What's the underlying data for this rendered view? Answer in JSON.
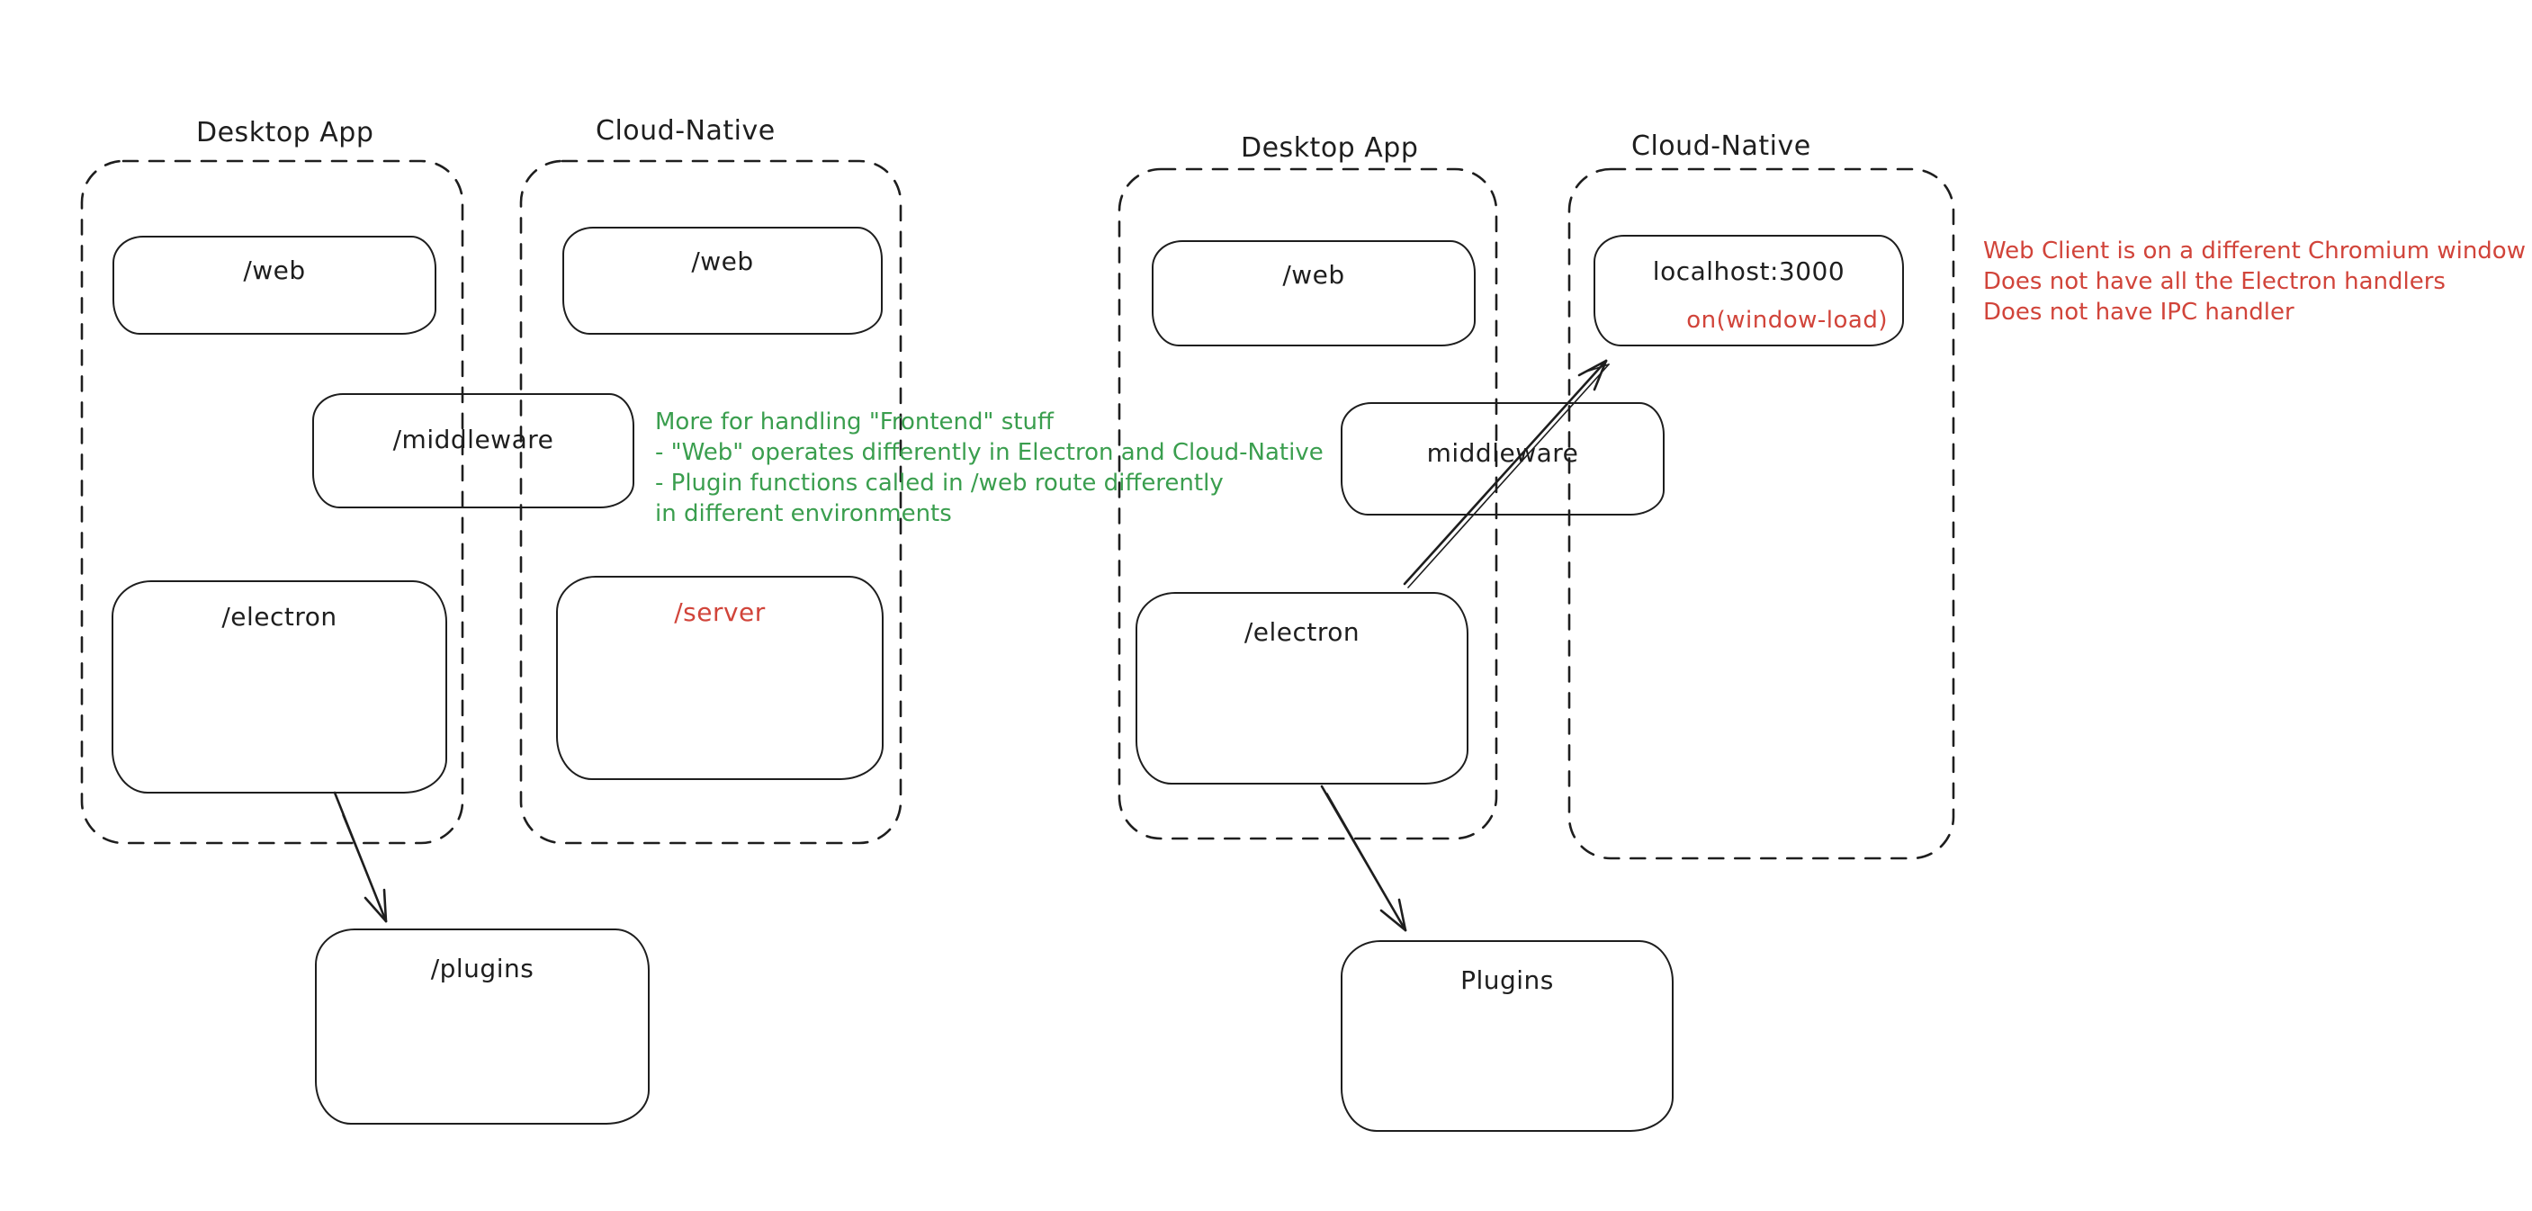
{
  "colors": {
    "bg": "#ffffff",
    "stroke": "#1e1e1e",
    "green": "#3a9e4e",
    "red": "#d1443a"
  },
  "diagram_left": {
    "desktop_group_label": "Desktop App",
    "cloud_group_label": "Cloud-Native",
    "web_desktop_label": "/web",
    "web_cloud_label": "/web",
    "middleware_label": "/middleware",
    "electron_label": "/electron",
    "server_label": "/server",
    "plugins_label": "/plugins",
    "green_note_lines": [
      "More for handling \"Frontend\" stuff",
      "- \"Web\" operates differently in Electron and Cloud-Native",
      "- Plugin functions called in /web route differently",
      "in different environments"
    ]
  },
  "diagram_right": {
    "desktop_group_label": "Desktop App",
    "cloud_group_label": "Cloud-Native",
    "web_label": "/web",
    "localhost_label": "localhost:3000",
    "window_load_label": "on(window-load)",
    "middleware_label": "middleware",
    "electron_label": "/electron",
    "plugins_label": "Plugins",
    "red_note_lines": [
      "Web Client is on a different Chromium window",
      "Does not have all the Electron handlers",
      "Does not have IPC handler"
    ]
  }
}
